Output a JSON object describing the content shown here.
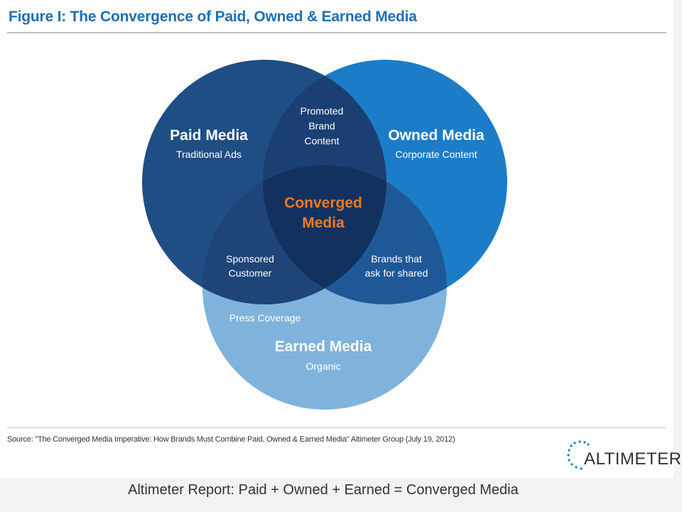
{
  "figure": {
    "title": "Figure I: The Convergence of Paid, Owned & Earned Media"
  },
  "venn": {
    "paid": {
      "title": "Paid Media",
      "subtitle": "Traditional Ads",
      "color": "#1f4e85"
    },
    "owned": {
      "title": "Owned Media",
      "subtitle": "Corporate Content",
      "color": "#1c7cc7"
    },
    "earned": {
      "title": "Earned Media",
      "subtitle": "Organic",
      "extra": "Press Coverage",
      "color": "#7fb3db"
    },
    "paid_owned": [
      "Promoted",
      "Brand",
      "Content"
    ],
    "paid_earned": [
      "Sponsored",
      "Customer"
    ],
    "owned_earned": [
      "Brands that",
      "ask for shared"
    ],
    "center": [
      "Converged",
      "Media"
    ],
    "center_color": "#f07a21"
  },
  "source": "Source: \"The Converged Media Imperative: How Brands Must Combine Paid, Owned & Earned Media\" Altimeter Group (July 19, 2012)",
  "logo": {
    "text": "ALTIMETER"
  },
  "caption": "Altimeter Report: Paid + Owned + Earned = Converged Media"
}
